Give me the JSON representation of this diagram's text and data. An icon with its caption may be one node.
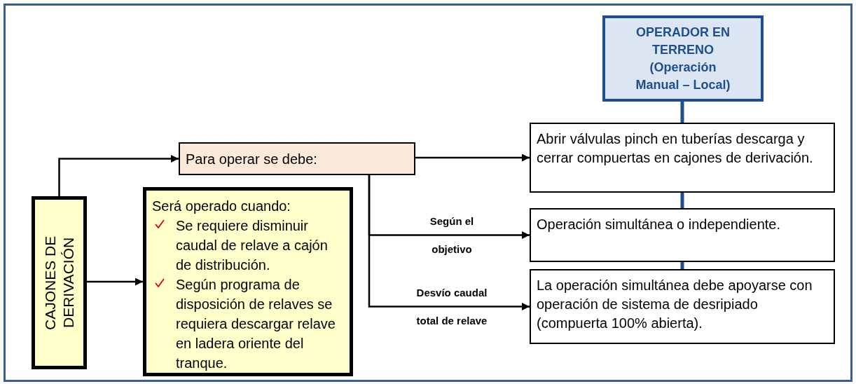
{
  "diagram": {
    "nodes": [
      {
        "text": [
          "OPERADOR EN TERRENO (Operación Manual – Local)"
        ]
      },
      {
        "text": [
          "CAJONES DE DERIVACIÓN"
        ]
      },
      {
        "text": [
          "Para operar se debe:"
        ]
      },
      {
        "text": [
          "Será operado cuando:",
          "Se requiere disminuir caudal de relave a cajón de distribución.",
          "Según programa de disposición de relaves se requiera descargar relave en ladera oriente del tranque."
        ]
      },
      {
        "text": [
          "Abrir válvulas pinch en tuberías descarga y cerrar compuertas en cajones de derivación."
        ]
      },
      {
        "text": [
          "Operación simultánea o independiente."
        ]
      },
      {
        "text": [
          "La operación simultánea debe apoyarse con operación de sistema de desripiado (compuerta 100% abierta)."
        ]
      }
    ],
    "edges": [
      {
        "from": 1,
        "to": 2,
        "arrow": "to"
      },
      {
        "from": 1,
        "to": 3,
        "arrow": "to"
      },
      {
        "from": 2,
        "to": 4,
        "arrow": "to"
      },
      {
        "from": 2,
        "to": 5,
        "arrow": "to",
        "label": "Según el objetivo"
      },
      {
        "from": 2,
        "to": 6,
        "arrow": "to",
        "label": "Desvío caudal total de relave"
      },
      {
        "from": 0,
        "to": 4,
        "arrow": "none",
        "style": "thick",
        "color": "#1f4e8c"
      },
      {
        "from": 4,
        "to": 5,
        "arrow": "none",
        "style": "thick",
        "color": "#1f4e8c"
      },
      {
        "from": 5,
        "to": 6,
        "arrow": "none",
        "style": "thick",
        "color": "#1f4e8c"
      }
    ]
  }
}
